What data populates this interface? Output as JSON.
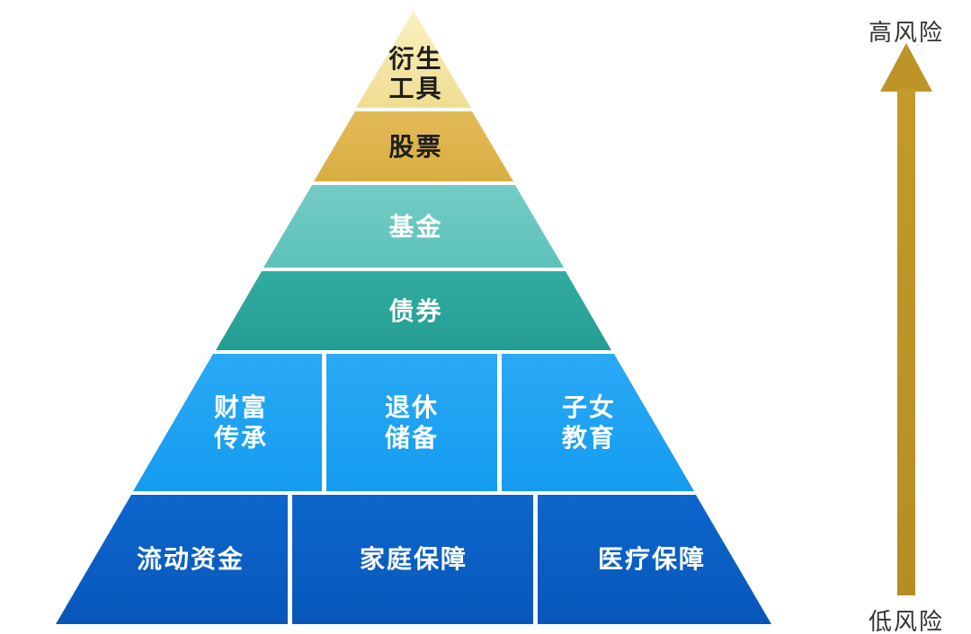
{
  "risk_axis": {
    "high": "高风险",
    "low": "低风险",
    "arrow_color": "#bd9427"
  },
  "pyramid": {
    "tiers": [
      {
        "lines": [
          "衍生",
          "工具"
        ],
        "color": "#f3e4a2",
        "text_color": "#1e1e1e"
      },
      {
        "lines": [
          "股票"
        ],
        "color": "#ddb34c",
        "text_color": "#1e1e1e"
      },
      {
        "lines": [
          "基金"
        ],
        "color": "#66c7bf",
        "text_color": "#ffffff"
      },
      {
        "lines": [
          "债券"
        ],
        "color": "#2aa79b",
        "text_color": "#ffffff"
      },
      {
        "color": "#1ea3f3",
        "text_color": "#ffffff",
        "cells": [
          [
            "财富",
            "传承"
          ],
          [
            "退休",
            "储备"
          ],
          [
            "子女",
            "教育"
          ]
        ]
      },
      {
        "color": "#0a5fc4",
        "text_color": "#ffffff",
        "cells": [
          [
            "流动资金"
          ],
          [
            "家庭保障"
          ],
          [
            "医疗保障"
          ]
        ]
      }
    ]
  }
}
